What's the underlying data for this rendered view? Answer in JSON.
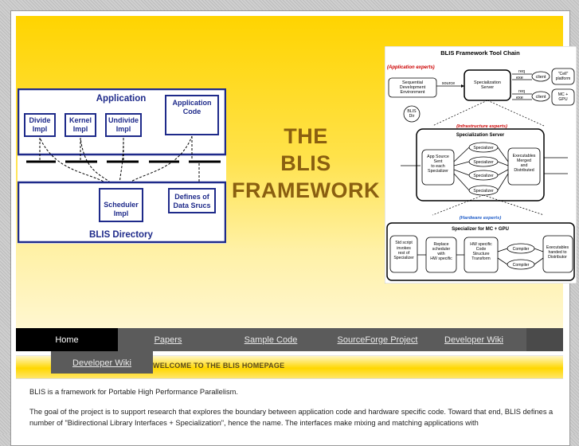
{
  "banner": {
    "title_lines": [
      "THE",
      "BLIS",
      "FRAMEWORK"
    ]
  },
  "left_diagram": {
    "top_box_title": "Application",
    "impl_boxes": [
      "Divide\nImpl",
      "Kernel\nImpl",
      "Undivide\nImpl"
    ],
    "app_code": "Application\nCode",
    "scheduler": "Scheduler\nImpl",
    "defines": "Defines of\nData Srucs",
    "bottom_box_title": "BLIS Directory"
  },
  "right_diagram": {
    "title": "BLIS Framework Tool Chain",
    "app_experts": "(Application  experts)",
    "seq_env": "Sequential\nDevelopment\nEnvironment",
    "source": "source",
    "spec_server": "Specialization\nServer",
    "req1": "req",
    "exe1": "exe",
    "req2": "req",
    "exe2": "exe",
    "client1": "client",
    "client2": "client",
    "cell": "\"Cell\"\nplatform",
    "mcgpu": "MC +\nGPU",
    "blis_dir": "BLIS\nDir",
    "infra_experts": "(Infrastructure experts)",
    "spec_server_big": "Specialization Server",
    "app_source": "App Source\nSent\nto each\nSpecializer",
    "specializer": "Specializer",
    "executables": "Executables\nMerged\nand\nDistributed",
    "hw_experts": "(Hardware experts)",
    "spec_mc": "Specializer for MC + GPU",
    "std_script": "Std script\ninvokes\nrest of\nSpecializer",
    "replace": "Replace\nscheduler\nwith\nHW specific",
    "hw_specific": "HW specific\nCode\nStructure\nTransform",
    "compiler": "Compiler",
    "exec_handed": "Executables\nhanded to\nDistributor"
  },
  "nav": {
    "items": [
      {
        "label": "Home",
        "active": true
      },
      {
        "label": "Papers",
        "active": false
      },
      {
        "label": "Sample Code",
        "active": false
      },
      {
        "label": "SourceForge Project",
        "active": false
      },
      {
        "label": "Developer Wiki",
        "active": false
      }
    ],
    "dropdown_item": "Developer Wiki"
  },
  "welcome": "WELCOME TO THE BLIS HOMEPAGE",
  "content": {
    "p1": "BLIS is a framework for Portable High Performance Parallelism.",
    "p2": "The goal of the project is to support research that explores the boundary between application code and hardware specific code. Toward that end, BLIS defines a number of \"Bidirectional Library Interfaces + Specialization\", hence the name. The interfaces make mixing and matching applications with"
  }
}
